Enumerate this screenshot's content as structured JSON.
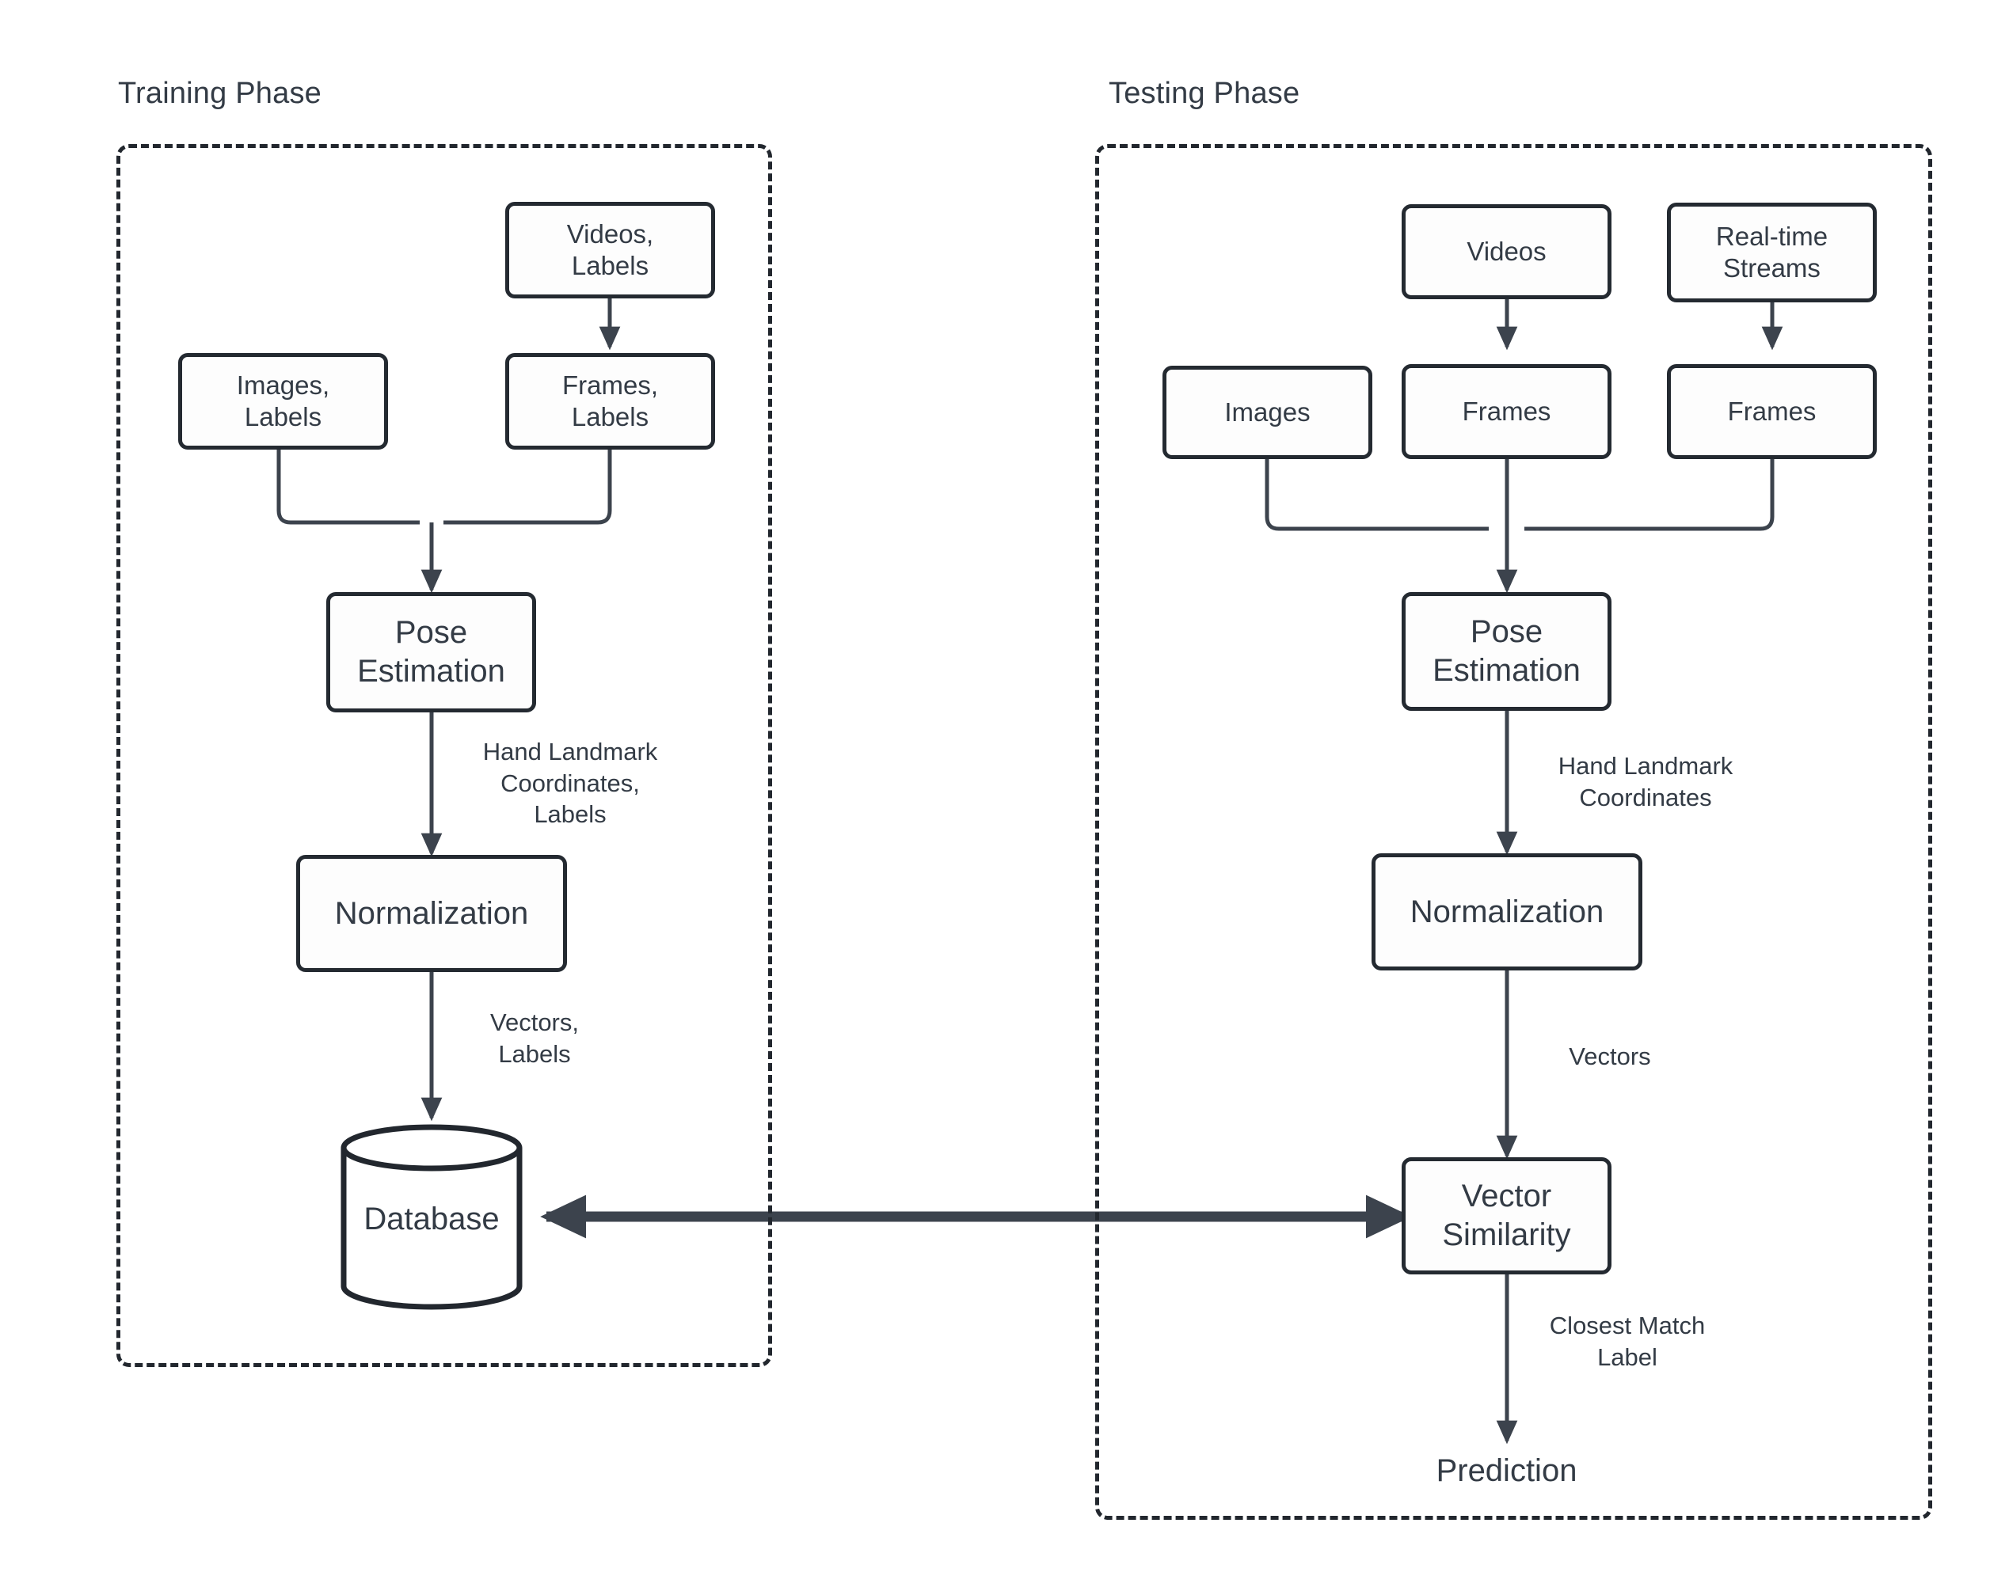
{
  "diagram": {
    "title_training": "Training Phase",
    "title_testing": "Testing Phase",
    "colors": {
      "stroke": "#242a31",
      "text": "#333b45",
      "container_border": "#22272e",
      "background": "#ffffff",
      "node_fill": "#fdfdfd"
    }
  },
  "training": {
    "nodes": {
      "videos_labels": "Videos,\nLabels",
      "frames_labels": "Frames,\nLabels",
      "images_labels": "Images,\nLabels",
      "pose_estimation": "Pose\nEstimation",
      "normalization": "Normalization",
      "database": "Database"
    },
    "edge_labels": {
      "pose_to_norm": "Hand Landmark\nCoordinates,\nLabels",
      "norm_to_db": "Vectors,\nLabels"
    }
  },
  "testing": {
    "nodes": {
      "videos": "Videos",
      "realtime_streams": "Real-time\nStreams",
      "images": "Images",
      "frames_from_videos": "Frames",
      "frames_from_streams": "Frames",
      "pose_estimation": "Pose\nEstimation",
      "normalization": "Normalization",
      "vector_similarity": "Vector\nSimilarity",
      "prediction": "Prediction"
    },
    "edge_labels": {
      "pose_to_norm": "Hand Landmark\nCoordinates",
      "norm_to_vs": "Vectors",
      "vs_to_prediction": "Closest Match\nLabel"
    }
  }
}
